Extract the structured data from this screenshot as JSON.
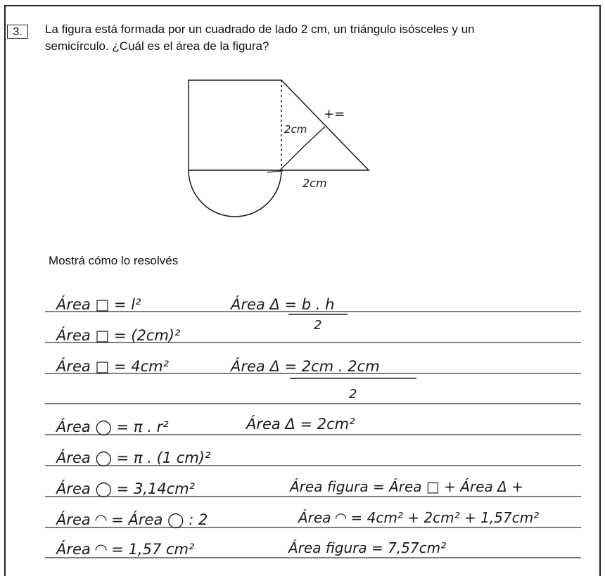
{
  "question": {
    "number": "3.",
    "line1": "La figura está formada por un cuadrado de lado 2 cm, un triángulo isósceles y un",
    "line2": "semicírculo. ¿Cuál es el área de la figura?"
  },
  "figure": {
    "label_vertical": "2cm",
    "label_horizontal": "2cm",
    "label_note": "+="
  },
  "instruction": "Mostrá cómo lo resolvés",
  "work": {
    "l1a": "Área □ = l²",
    "l1b": "Área Δ = b . h",
    "l1b_den": "2",
    "l2": "Área □ = (2cm)²",
    "l3a": "Área □ = 4cm²",
    "l3b": "Área Δ = 2cm . 2cm",
    "l4_den": "2",
    "l5a": "Área ◯ = π . r²",
    "l5b": "Área Δ = 2cm²",
    "l6": "Área ◯ = π . (1 cm)²",
    "l7a": "Área ◯ = 3,14cm²",
    "l7b": "Área figura = Área □ + Área Δ +",
    "l8a": "Área ◠ = Área ◯ : 2",
    "l8b": "Área ◠ = 4cm² + 2cm² + 1,57cm²",
    "l9a": "Área ◠ = 1,57 cm²",
    "l9b": "Área figura = 7,57cm²"
  }
}
